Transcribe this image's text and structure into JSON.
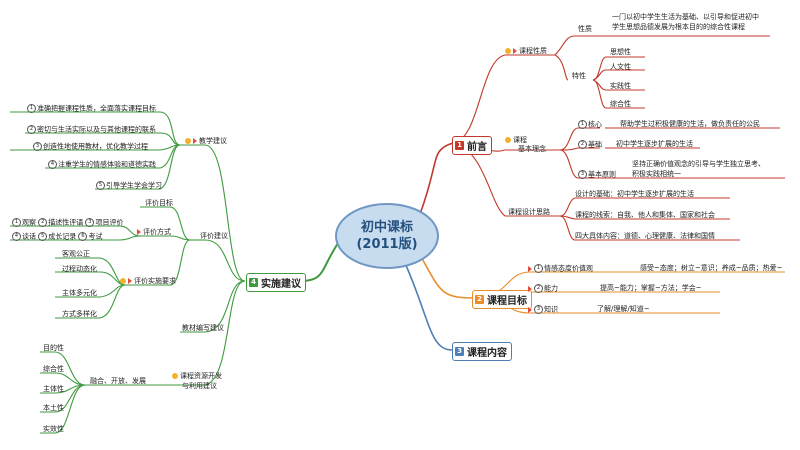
{
  "center": {
    "line1": "初中课标",
    "line2": "(2011版)"
  },
  "colors": {
    "qianyan": "#c0392b",
    "mubiao": "#e98d2a",
    "neirong": "#4f7fb5",
    "shishi": "#3f9a3f",
    "center_fill": "#c7dcee"
  },
  "branches": {
    "qianyan": {
      "num": "1",
      "label": "前言"
    },
    "mubiao": {
      "num": "2",
      "label": "课程目标"
    },
    "neirong": {
      "num": "3",
      "label": "课程内容"
    },
    "shishi": {
      "num": "4",
      "label": "实施建议"
    }
  },
  "qianyan": {
    "xingzhi": {
      "label": "课程性质",
      "sub": "性质",
      "desc1": "一门以初中学生生活为基础、以引导和促进初中",
      "desc2": "学生思想品德发展为根本目的的综合性课程"
    },
    "texing": {
      "label": "特性",
      "items": [
        "思想性",
        "人文性",
        "实践性",
        "综合性"
      ]
    },
    "linian": {
      "label1": "课程",
      "label2": "基本理念",
      "items": [
        {
          "n": "1",
          "label": "核心",
          "desc": "帮助学生过积极健康的生活，做负责任的公民"
        },
        {
          "n": "2",
          "label": "基础",
          "desc": "初中学生逐步扩展的生活"
        },
        {
          "n": "3",
          "label": "基本原则",
          "desc1": "坚持正确价值观念的引导与学生独立思考、",
          "desc2": "积极实践相统一"
        }
      ]
    },
    "silu": {
      "label": "课程设计思路",
      "items": [
        "设计的基础：初中学生逐步扩展的生活",
        "课程的线索：自我、他人和集体、国家和社会",
        "四大具体内容：道德、心理健康、法律和国情"
      ]
    }
  },
  "mubiao": {
    "items": [
      {
        "n": "1",
        "label": "情感态度价值观",
        "desc": "感受~态度；树立~意识；养成~品质；热爱~"
      },
      {
        "n": "2",
        "label": "能力",
        "desc": "提高~能力；掌握~方法；学会~"
      },
      {
        "n": "3",
        "label": "知识",
        "desc": "了解/理解/知道~"
      }
    ]
  },
  "shishi": {
    "jiaoxue": {
      "label": "教学建议",
      "items": [
        {
          "n": "1",
          "text": "准确把握课程性质，全面落实课程目标"
        },
        {
          "n": "2",
          "text": "密切与生活实际以及与其他课程的联系"
        },
        {
          "n": "3",
          "text": "创造性地使用教材，优化教学过程"
        },
        {
          "n": "4",
          "text": "注重学生的情感体验和道德实践"
        },
        {
          "n": "5",
          "text": "引导学生学会学习"
        }
      ]
    },
    "pingjia": {
      "label": "评价建议",
      "mubiao": "评价目标",
      "fangshi": {
        "label": "评价方式",
        "row1": [
          "观察",
          "描述性评语",
          "项目评价"
        ],
        "row2": [
          "谈话",
          "成长记录",
          "考试"
        ]
      },
      "yaoqiu": {
        "label": "评价实施要求",
        "items": [
          "客观公正",
          "过程动态化",
          "主体多元化",
          "方式多样化"
        ]
      }
    },
    "jiaocai": {
      "label": "教材编写建议"
    },
    "ziyuan": {
      "label1": "课程资源开发",
      "label2": "与利用建议",
      "principle": "融合、开放、发展",
      "items": [
        "目的性",
        "综合性",
        "主体性",
        "本土性",
        "实效性"
      ]
    }
  }
}
